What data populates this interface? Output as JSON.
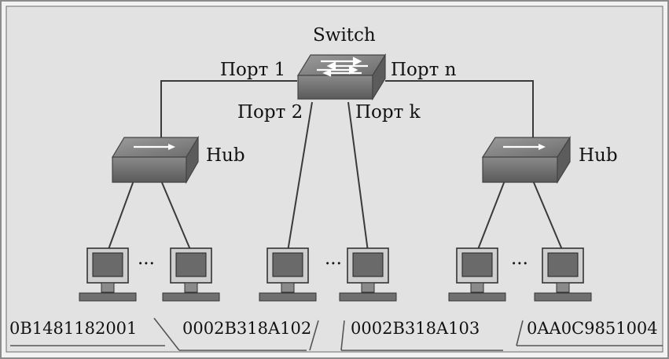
{
  "switch": {
    "label": "Switch",
    "ports": {
      "port1": "Порт 1",
      "port2": "Порт 2",
      "portk": "Порт k",
      "portn": "Порт n"
    }
  },
  "hubs": [
    {
      "label": "Hub"
    },
    {
      "label": "Hub"
    }
  ],
  "ellipsis": "···",
  "mac_addresses": [
    "0B1481182001",
    "0002B318A102",
    "0002B318A103",
    "0AA0C9851004"
  ]
}
